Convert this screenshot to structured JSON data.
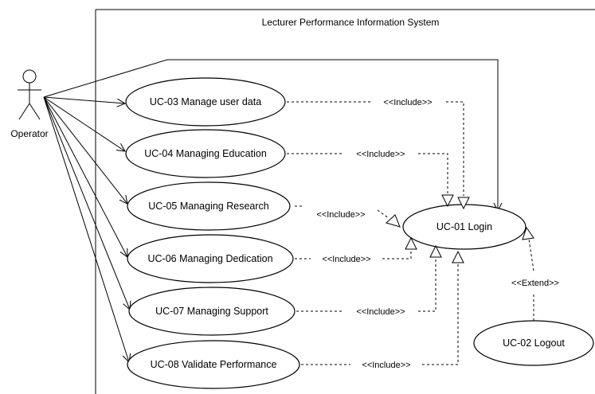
{
  "system": {
    "title": "Lecturer Performance Information System"
  },
  "actor": {
    "name": "Operator"
  },
  "use_cases": {
    "uc03": "UC-03 Manage user data",
    "uc04": "UC-04 Managing Education",
    "uc05": "UC-05 Managing Research",
    "uc06": "UC-06 Managing Dedication",
    "uc07": "UC-07 Managing Support",
    "uc08": "UC-08 Validate Performance",
    "uc01": "UC-01 Login",
    "uc02": "UC-02 Logout"
  },
  "relations": {
    "include_uc03": "<<Include>>",
    "include_uc04": "<<Include>>",
    "include_uc05": "<<Include>>",
    "include_uc06": "<<Include>>",
    "include_uc07": "<<Include>>",
    "include_uc08": "<<Include>>",
    "extend_uc02": "<<Extend>>"
  }
}
